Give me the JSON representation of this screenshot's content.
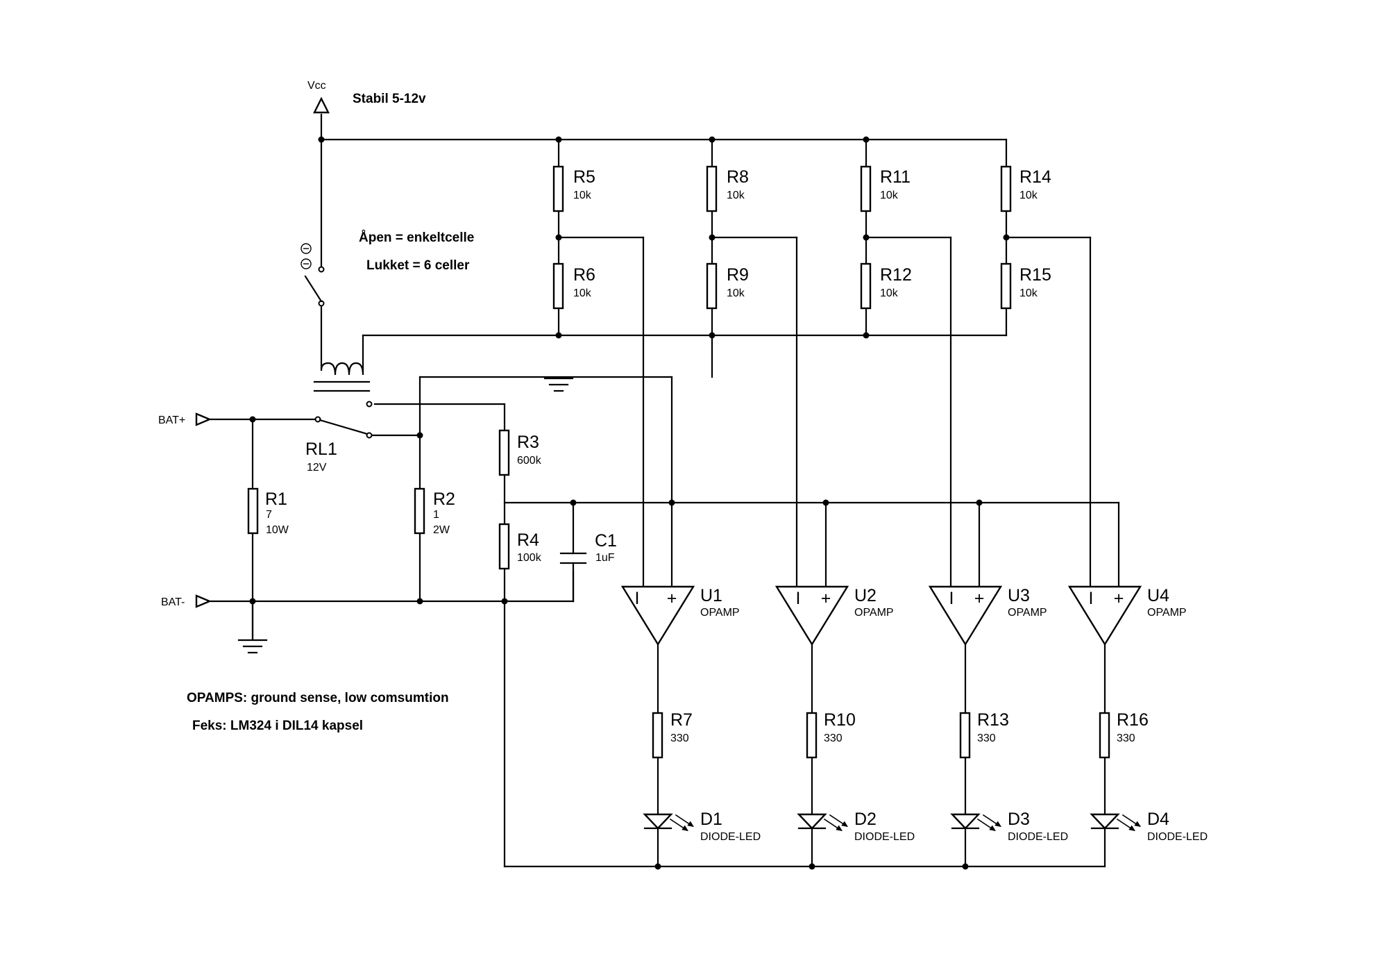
{
  "notes": {
    "supply": "Stabil 5-12v",
    "switch_open": "Åpen = enkeltcelle",
    "switch_closed": "Lukket = 6 celler",
    "opamps": "OPAMPS: ground sense, low comsumtion",
    "example": "Feks: LM324 i DIL14 kapsel"
  },
  "ports": {
    "vcc": "Vcc",
    "bat_plus": "BAT+",
    "bat_minus": "BAT-"
  },
  "relay": {
    "name": "RL1",
    "value": "12V"
  },
  "resistors": {
    "R1": {
      "name": "R1",
      "v1": "7",
      "v2": "10W"
    },
    "R2": {
      "name": "R2",
      "v1": "1",
      "v2": "2W"
    },
    "R3": {
      "name": "R3",
      "v1": "600k"
    },
    "R4": {
      "name": "R4",
      "v1": "100k"
    },
    "R5": {
      "name": "R5",
      "v1": "10k"
    },
    "R6": {
      "name": "R6",
      "v1": "10k"
    },
    "R8": {
      "name": "R8",
      "v1": "10k"
    },
    "R9": {
      "name": "R9",
      "v1": "10k"
    },
    "R11": {
      "name": "R11",
      "v1": "10k"
    },
    "R12": {
      "name": "R12",
      "v1": "10k"
    },
    "R14": {
      "name": "R14",
      "v1": "10k"
    },
    "R15": {
      "name": "R15",
      "v1": "10k"
    },
    "R7": {
      "name": "R7",
      "v1": "330"
    },
    "R10": {
      "name": "R10",
      "v1": "330"
    },
    "R13": {
      "name": "R13",
      "v1": "330"
    },
    "R16": {
      "name": "R16",
      "v1": "330"
    }
  },
  "capacitor": {
    "name": "C1",
    "value": "1uF"
  },
  "opamps": [
    {
      "name": "U1",
      "type": "OPAMP"
    },
    {
      "name": "U2",
      "type": "OPAMP"
    },
    {
      "name": "U3",
      "type": "OPAMP"
    },
    {
      "name": "U4",
      "type": "OPAMP"
    }
  ],
  "leds": [
    {
      "name": "D1",
      "type": "DIODE-LED"
    },
    {
      "name": "D2",
      "type": "DIODE-LED"
    },
    {
      "name": "D3",
      "type": "DIODE-LED"
    },
    {
      "name": "D4",
      "type": "DIODE-LED"
    }
  ],
  "pin_labels": {
    "minus": "I",
    "plus": "+"
  }
}
